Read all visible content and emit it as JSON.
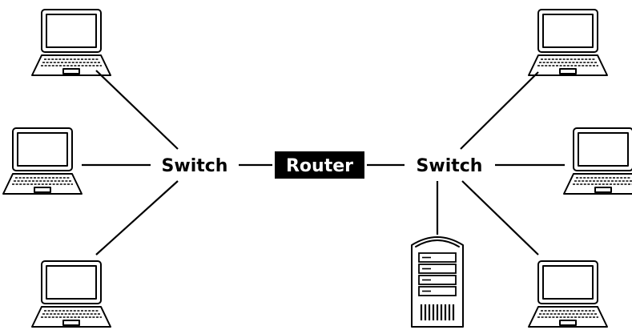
{
  "diagram": {
    "nodes": {
      "left_switch": {
        "label": "Switch"
      },
      "router": {
        "label": "Router"
      },
      "right_switch": {
        "label": "Switch"
      }
    },
    "devices": [
      {
        "id": "laptop-left-top",
        "type": "laptop"
      },
      {
        "id": "laptop-left-middle",
        "type": "laptop"
      },
      {
        "id": "laptop-left-bottom",
        "type": "laptop"
      },
      {
        "id": "laptop-right-top",
        "type": "laptop"
      },
      {
        "id": "laptop-right-middle",
        "type": "laptop"
      },
      {
        "id": "laptop-right-bottom",
        "type": "laptop"
      },
      {
        "id": "server",
        "type": "server"
      }
    ],
    "colors": {
      "line": "#000000",
      "router_fill": "#000000",
      "router_text": "#ffffff",
      "background": "#ffffff"
    }
  }
}
